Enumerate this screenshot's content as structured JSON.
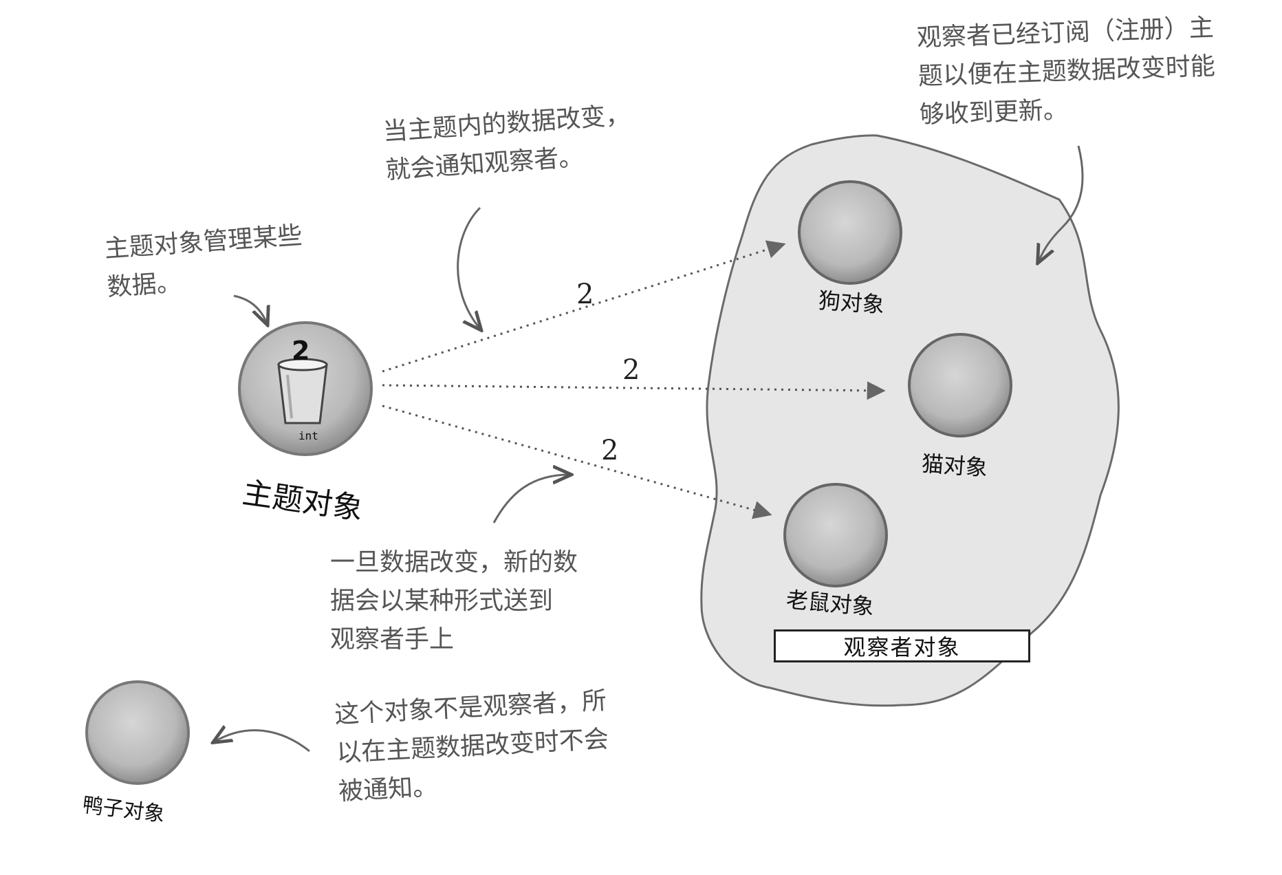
{
  "subject": {
    "label": "主题对象",
    "value": "2",
    "type": "int"
  },
  "observers": [
    {
      "label": "狗对象"
    },
    {
      "label": "猫对象"
    },
    {
      "label": "老鼠对象"
    }
  ],
  "observer_group_label": "观察者对象",
  "non_observer": {
    "label": "鸭子对象"
  },
  "messages": [
    "2",
    "2",
    "2"
  ],
  "annotations": {
    "subject_data": "主题对象管理某些\n数据。",
    "notify": "当主题内的数据改变，\n就会通知观察者。",
    "subscribed": "观察者已经订阅（注册）主\n题以便在主题数据改变时能\n够收到更新。",
    "delivered": "一旦数据改变，新的数\n据会以某种形式送到\n观察者手上",
    "not_observer": "这个对象不是观察者，所\n以在主题数据改变时不会\n被通知。"
  },
  "colors": {
    "sphere": "#b8b8b8",
    "blob_fill": "#e6e6e6",
    "stroke": "#555555"
  },
  "icons": [
    "cup-icon"
  ]
}
